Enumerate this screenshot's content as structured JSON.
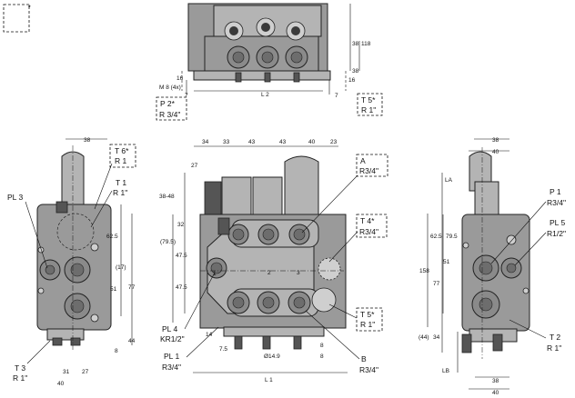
{
  "callouts": {
    "P2": {
      "name": "P 2*",
      "thread": "R 3/4\""
    },
    "T5_top": {
      "name": "T 5*",
      "thread": "R 1\""
    },
    "T6": {
      "name": "T 6*",
      "thread": "R 1"
    },
    "T1": {
      "name": "T 1",
      "thread": "R 1\""
    },
    "PL3": {
      "name": "PL 3"
    },
    "T3": {
      "name": "T 3",
      "thread": "R 1\""
    },
    "A": {
      "name": "A",
      "thread": "R3/4\""
    },
    "T4": {
      "name": "T 4*",
      "thread": "R3/4\""
    },
    "T5_mid": {
      "name": "T 5*",
      "thread": "R 1\""
    },
    "B": {
      "name": "B",
      "thread": "R3/4\""
    },
    "PL4": {
      "name": "PL 4",
      "thread": "KR1/2\""
    },
    "PL1": {
      "name": "PL 1",
      "thread": "R3/4\""
    },
    "P1": {
      "name": "P 1",
      "thread": "R3/4\""
    },
    "PL5": {
      "name": "PL 5",
      "thread": "R1/2\""
    },
    "T2": {
      "name": "T 2",
      "thread": "R 1\""
    }
  },
  "dimensions": {
    "top": {
      "d38": "38",
      "d118": "118",
      "d38b": "38",
      "d16a": "16",
      "d16b": "16",
      "m8": "M 8 (4x)",
      "d7a": "7",
      "d7b": "7",
      "l2": "L 2"
    },
    "left": {
      "d38": "38",
      "d625": "62.5",
      "d17": "(17)",
      "d51": "51",
      "d77": "77",
      "d44": "44",
      "d8": "8",
      "d31": "31",
      "d27": "27",
      "d40": "40"
    },
    "mid": {
      "d34": "34",
      "d33": "33",
      "d43a": "43",
      "d43b": "43",
      "d40": "40",
      "d23": "23",
      "d27": "27",
      "d3848": "38-48",
      "d32": "32",
      "d795": "(79.5)",
      "d475a": "47.5",
      "d475b": "47.5",
      "d8a": "8",
      "d8b": "8",
      "d14": "14",
      "d75": "7.5",
      "d149": "Ø14.9",
      "l1": "L 1",
      "s1": "1",
      "s2": "2",
      "s3": "3"
    },
    "right": {
      "d38": "38",
      "d40": "40",
      "la": "LA",
      "d625": "62.5",
      "d795": "79.5",
      "d158": "158",
      "d51": "51",
      "d77": "77",
      "d44": "(44)",
      "d34": "34",
      "lb": "LB",
      "d38b": "38",
      "d40b": "40"
    }
  }
}
